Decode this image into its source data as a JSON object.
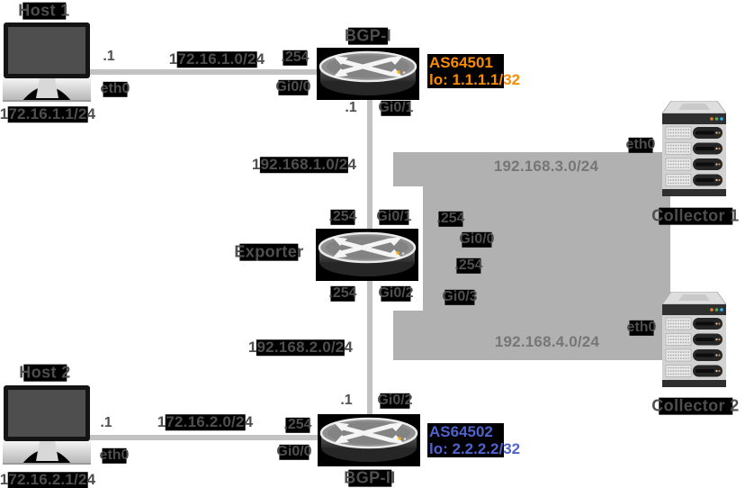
{
  "colors": {
    "label_text": "#4f4f4f",
    "link_line": "#c2c2c2",
    "collector_region": "#b1b1b1",
    "as64501_accent": "#f98c00",
    "as64502_accent": "#4f63cf"
  },
  "nodes": {
    "host1": {
      "title": "Host 1",
      "ip": "172.16.1.1/24"
    },
    "host2": {
      "title": "Host 2",
      "ip": "172.16.2.1/24"
    },
    "bgp1": {
      "title": "BGP-I",
      "as": "AS64501",
      "loopback": "lo: 1.1.1.1/32"
    },
    "bgp2": {
      "title": "BGP-II",
      "as": "AS64502",
      "loopback": "lo: 2.2.2.2/32"
    },
    "exporter": {
      "title": "Exporter"
    },
    "collector1": {
      "title": "Collector 1"
    },
    "collector2": {
      "title": "Collector 2"
    }
  },
  "networks": {
    "host1_bgp1": "172.16.1.0/24",
    "bgp1_exporter": "192.168.1.0/24",
    "exporter_bgp2": "192.168.2.0/24",
    "host2_bgp2": "172.16.2.0/24",
    "exporter_collector1": "192.168.3.0/24",
    "exporter_collector2": "192.168.4.0/24"
  },
  "interfaces": {
    "host1_addr": ".1",
    "host1_eth": "eth0",
    "bgp1_gi00_addr": ".254",
    "bgp1_gi00": "Gi0/0",
    "bgp1_gi01_addr": ".1",
    "bgp1_gi01": "Gi0/1",
    "exporter_gi01_addr": ".254",
    "exporter_gi01": "Gi0/1",
    "exporter_gi02_addr": ".254",
    "exporter_gi02": "Gi0/2",
    "exporter_gi00_addr": ".254",
    "exporter_gi00": "Gi0/0",
    "exporter_gi03_addr": ".254",
    "exporter_gi03": "Gi0/3",
    "collector1_eth": "eth0",
    "collector2_eth": "eth0",
    "bgp2_gi02_addr": ".1",
    "bgp2_gi02": "Gi0/2",
    "bgp2_gi00_addr": ".254",
    "bgp2_gi00": "Gi0/0",
    "host2_addr": ".1",
    "host2_eth": "eth0"
  }
}
